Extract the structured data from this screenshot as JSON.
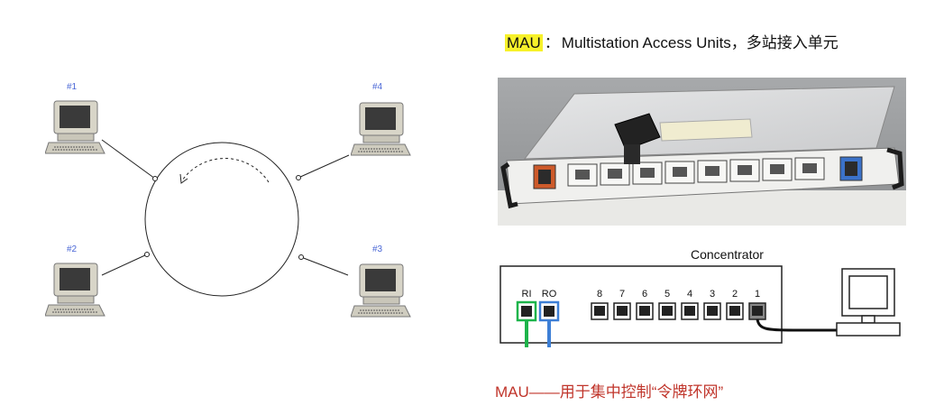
{
  "ring": {
    "nodes": [
      {
        "label": "#1"
      },
      {
        "label": "#4"
      },
      {
        "label": "#2"
      },
      {
        "label": "#3"
      }
    ]
  },
  "mau_title": {
    "abbr": "MAU",
    "separator": "：",
    "text": "Multistation Access Units，多站接入单元"
  },
  "concentrator": {
    "label": "Concentrator",
    "ring_ports": [
      "RI",
      "RO"
    ],
    "ports": [
      "8",
      "7",
      "6",
      "5",
      "4",
      "3",
      "2",
      "1"
    ],
    "colors": {
      "ri": "#1db44a",
      "ro": "#3d7fd6"
    }
  },
  "caption": "MAU——用于集中控制“令牌环网”"
}
